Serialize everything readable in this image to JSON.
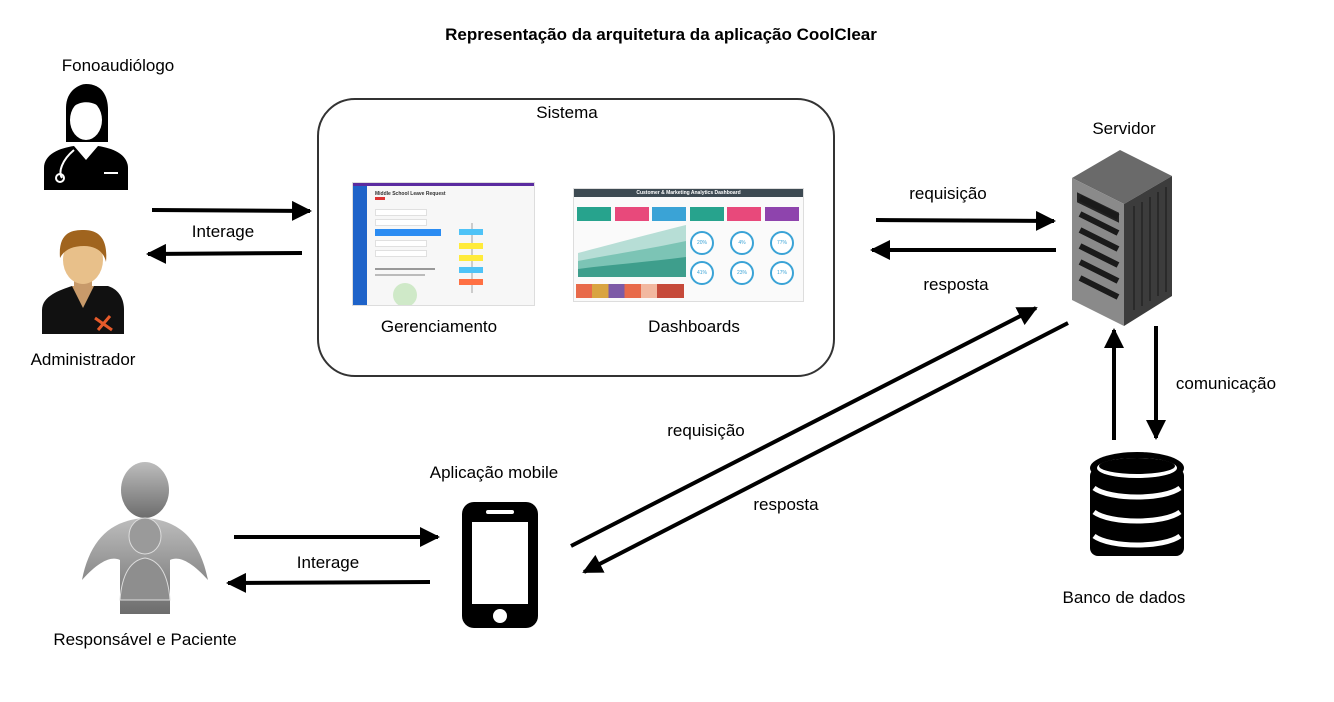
{
  "title": "Representação da arquitetura da aplicação CoolClear",
  "actors": {
    "fonoaudiologo": "Fonoaudiólogo",
    "administrador": "Administrador",
    "responsavel_paciente": "Responsável e Paciente"
  },
  "sistema": {
    "label": "Sistema",
    "gerenciamento": "Gerenciamento",
    "dashboards": "Dashboards",
    "gerenciamento_screen_title": "Middle School Leave Request",
    "dashboard_screen_title": "Customer & Marketing Analytics Dashboard",
    "dashboard_gauges": [
      "20%",
      "4%",
      "77%",
      "41%",
      "23%",
      "17%"
    ]
  },
  "servidor": "Servidor",
  "banco": "Banco de dados",
  "mobile": "Aplicação mobile",
  "edges": {
    "interage_top": "Interage",
    "interage_bottom": "Interage",
    "requisicao_top": "requisição",
    "resposta_top": "resposta",
    "requisicao_mobile": "requisição",
    "resposta_mobile": "resposta",
    "comunicacao": "comunicação"
  },
  "colors": {
    "dashboard_tiles": [
      "#27a38d",
      "#e8497b",
      "#3aa3d6",
      "#27a38d",
      "#e8497b",
      "#8e44ad"
    ],
    "dashboard_header": "#3d4a52",
    "server_body": "#4a4a4a",
    "arrow": "#000000"
  }
}
